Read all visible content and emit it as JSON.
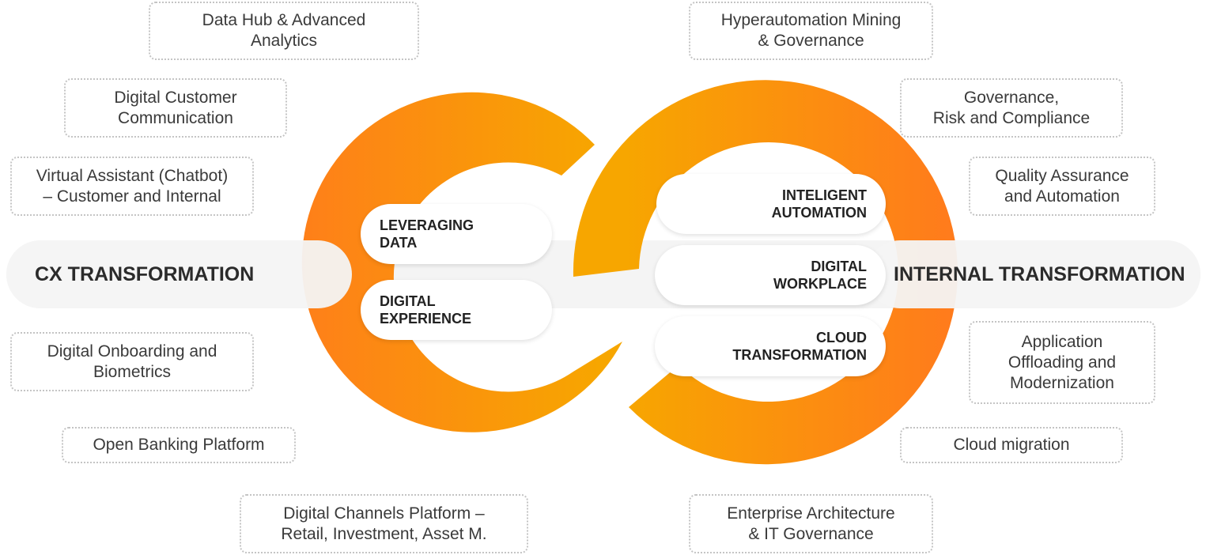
{
  "left": {
    "title": "CX TRANSFORMATION",
    "items": [
      "Data Hub  & Advanced\nAnalytics",
      "Digital Customer\nCommunication",
      "Virtual Assistant (Chatbot)\n– Customer and  Internal",
      "Digital Onboarding and\nBiometrics",
      "Open Banking Platform",
      "Digital Channels Platform –\nRetail, Investment, Asset M."
    ],
    "pills": [
      "LEVERAGING\nDATA",
      "DIGITAL\nEXPERIENCE"
    ]
  },
  "right": {
    "title": "INTERNAL TRANSFORMATION",
    "items": [
      "Hyperautomation Mining\n& Governance",
      "Governance,\nRisk and Compliance",
      "Quality Assurance\nand Automation",
      "Application\nOffloading and\nModernization",
      "Cloud migration",
      "Enterprise Architecture\n& IT Governance"
    ],
    "pills": [
      "INTELIGENT\nAUTOMATION",
      "DIGITAL\nWORKPLACE",
      "CLOUD\nTRANSFORMATION"
    ]
  },
  "colors": {
    "orange": "#FF7B1C",
    "amber": "#F7A600"
  }
}
